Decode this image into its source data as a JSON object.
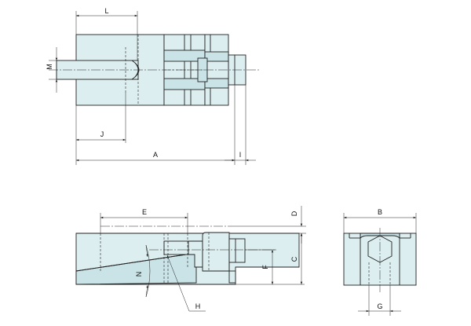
{
  "dimension_labels": {
    "L": "L",
    "M": "M",
    "J": "J",
    "A": "A",
    "I": "I",
    "E": "E",
    "D": "D",
    "C": "C",
    "F": "F",
    "N": "N",
    "H": "H",
    "B": "B",
    "G": "G"
  }
}
